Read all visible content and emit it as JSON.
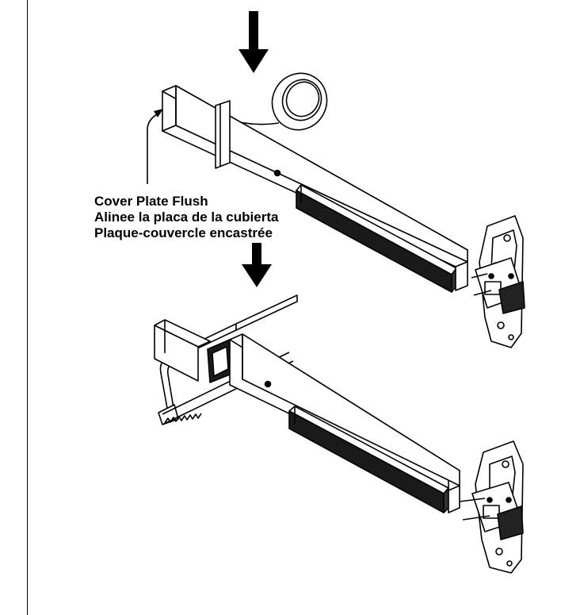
{
  "callout": {
    "line1": "Cover Plate Flush",
    "line2": "Alinee la placa de la cubierta",
    "line3": "Plaque-couvercle encastrée"
  },
  "colors": {
    "ink": "#000000",
    "dark_fill": "#1a1a1a",
    "tape": "#f2f2f2"
  },
  "icons": [
    "down-arrow-icon",
    "tape-roll-icon",
    "hacksaw-icon",
    "latch-mechanism-icon"
  ]
}
